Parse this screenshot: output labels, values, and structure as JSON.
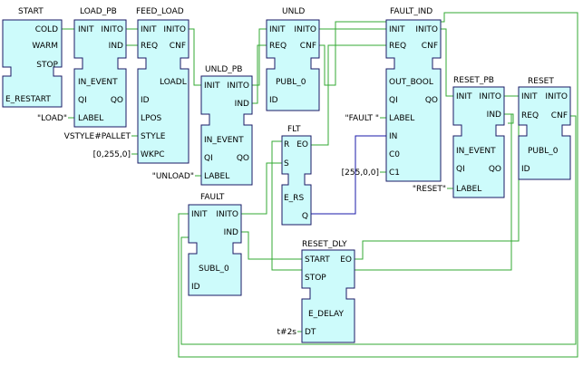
{
  "colors": {
    "block_fill": "#cdfbfb",
    "block_border": "#1a1a66",
    "event_link": "#33aa33",
    "data_link": "#1a1aaa",
    "background": "#ffffff"
  },
  "blocks": {
    "start": {
      "name": "START",
      "event_outputs": [
        "COLD",
        "WARM",
        "STOP"
      ],
      "type": "E_RESTART"
    },
    "load_pb": {
      "name": "LOAD_PB",
      "event_inputs": [
        "INIT"
      ],
      "event_outputs": [
        "INITO",
        "IND"
      ],
      "type": "IN_EVENT",
      "data_inputs": [
        "QI",
        "LABEL"
      ],
      "data_outputs": [
        "QO"
      ]
    },
    "feed_load": {
      "name": "FEED_LOAD",
      "event_inputs": [
        "INIT",
        "REQ"
      ],
      "event_outputs": [
        "INITO",
        "CNF"
      ],
      "type": "LOADL",
      "data_inputs": [
        "ID",
        "LPOS",
        "STYLE",
        "WKPC"
      ]
    },
    "unld_pb": {
      "name": "UNLD_PB",
      "event_inputs": [
        "INIT"
      ],
      "event_outputs": [
        "INITO",
        "IND"
      ],
      "type": "IN_EVENT",
      "data_inputs": [
        "QI",
        "LABEL"
      ],
      "data_outputs": [
        "QO"
      ]
    },
    "unld": {
      "name": "UNLD",
      "event_inputs": [
        "INIT",
        "REQ"
      ],
      "event_outputs": [
        "INITO",
        "CNF"
      ],
      "type": "PUBL_0",
      "data_inputs": [
        "ID"
      ]
    },
    "flt": {
      "name": "FLT",
      "event_inputs": [
        "R",
        "S"
      ],
      "event_outputs": [
        "EO"
      ],
      "type": "E_RS",
      "data_outputs": [
        "Q"
      ]
    },
    "fault_ind": {
      "name": "FAULT_IND",
      "event_inputs": [
        "INIT",
        "REQ"
      ],
      "event_outputs": [
        "INITO",
        "CNF"
      ],
      "type": "OUT_BOOL",
      "data_inputs": [
        "QI",
        "LABEL",
        "IN",
        "C0",
        "C1"
      ],
      "data_outputs": [
        "QO"
      ]
    },
    "reset_pb": {
      "name": "RESET_PB",
      "event_inputs": [
        "INIT"
      ],
      "event_outputs": [
        "INITO",
        "IND"
      ],
      "type": "IN_EVENT",
      "data_inputs": [
        "QI",
        "LABEL"
      ],
      "data_outputs": [
        "QO"
      ]
    },
    "reset": {
      "name": "RESET",
      "event_inputs": [
        "INIT",
        "REQ"
      ],
      "event_outputs": [
        "INITO",
        "CNF"
      ],
      "type": "PUBL_0",
      "data_inputs": [
        "ID"
      ]
    },
    "fault": {
      "name": "FAULT",
      "event_inputs": [
        "INIT"
      ],
      "event_outputs": [
        "INITO",
        "IND"
      ],
      "type": "SUBL_0",
      "data_inputs": [
        "ID"
      ]
    },
    "reset_dly": {
      "name": "RESET_DLY",
      "event_inputs": [
        "START",
        "STOP"
      ],
      "event_outputs": [
        "EO"
      ],
      "type": "E_DELAY",
      "data_inputs": [
        "DT"
      ]
    }
  },
  "constants": {
    "load_label": "\"LOAD\"",
    "style": "VSTYLE#PALLET",
    "wkpc": "[0,255,0]",
    "unload_label": "\"UNLOAD\"",
    "fault_label": "\"FAULT \"",
    "c1": "[255,0,0]",
    "reset_label": "\"RESET\"",
    "dt": "t#2s"
  }
}
